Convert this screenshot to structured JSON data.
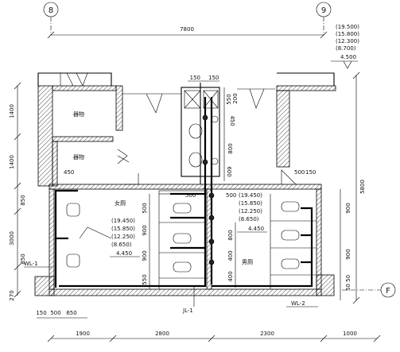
{
  "axes": {
    "axis_8": "8",
    "axis_9": "9",
    "axis_f": "F"
  },
  "top_dim": {
    "overall": "7800"
  },
  "top_levels": [
    "(19.500)",
    "(15.800)",
    "(12.300)",
    "(8.700)",
    "4.500"
  ],
  "left_dims": [
    "1400",
    "1400",
    "850",
    "3000",
    "850",
    "270"
  ],
  "right_dims": [
    "5800",
    "900",
    "900",
    "50 50"
  ],
  "bottom_dims": {
    "d150": "150",
    "d500": "500",
    "d650": "650",
    "d1900": "1900",
    "d2800": "2800",
    "d2300": "2300",
    "d1000": "1000"
  },
  "inner_dims": {
    "shaft_150a": "150",
    "shaft_150b": "150",
    "shaft_550": "550",
    "shaft_200": "200",
    "shaft_450v": "450",
    "shaft_800": "800",
    "shaft_600": "600",
    "d500_left": "500",
    "d150_right": "150",
    "d450_left": "450",
    "d500_mid": "500",
    "d500_mid_b": "500",
    "d500_stall": "500",
    "d900_stall_a": "900",
    "d900_stall_b": "900",
    "d550_stall": "550",
    "d800_right": "800",
    "d400_right_a": "400",
    "d400_right_b": "400"
  },
  "level_stacks": {
    "left": [
      "(19.450)",
      "(15.850)",
      "(12.250)",
      "(8.650)",
      "4.450"
    ],
    "right": [
      "(19.450)",
      "(15.850)",
      "(12.250)",
      "(8.650)",
      "4.450"
    ]
  },
  "rooms": {
    "storage_a": "器物",
    "storage_b": "器物",
    "womens": "女厕",
    "mens": "男厕"
  },
  "pipe_tags": {
    "wl1": "WL-1",
    "jl1": "JL-1",
    "wl2": "WL-2"
  }
}
